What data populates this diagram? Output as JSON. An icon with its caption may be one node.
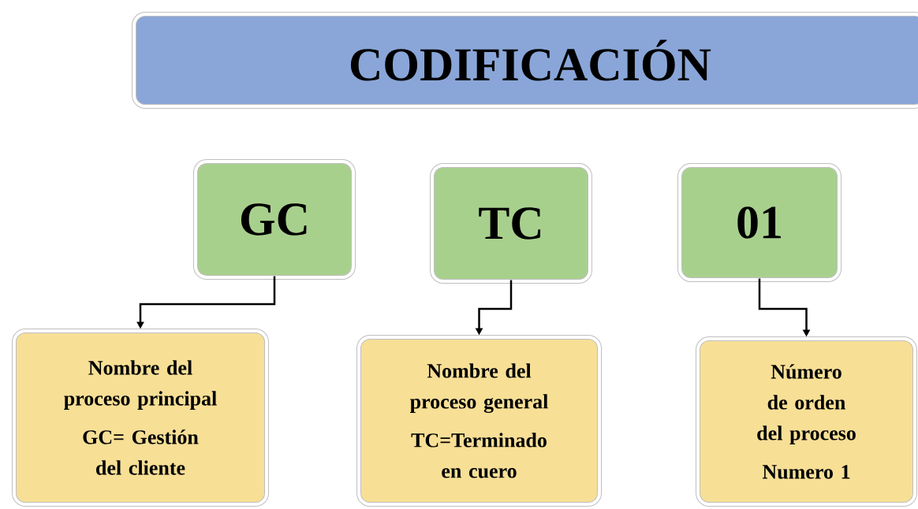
{
  "diagram": {
    "nodes": [
      {
        "text": [
          "CODIFICACIÓN"
        ]
      },
      {
        "text": [
          "GC"
        ]
      },
      {
        "text": [
          "TC"
        ]
      },
      {
        "text": [
          "01"
        ]
      },
      {
        "text": [
          "Nombre del proceso principal",
          "GC= Gestión del cliente"
        ]
      },
      {
        "text": [
          "Nombre del proceso general",
          "TC=Terminado en cuero"
        ]
      },
      {
        "text": [
          "Número de orden del proceso",
          "Numero 1"
        ]
      }
    ],
    "edges": [
      {
        "from": 1,
        "to": 4,
        "arrow": "to"
      },
      {
        "from": 2,
        "to": 5,
        "arrow": "to"
      },
      {
        "from": 3,
        "to": 6,
        "arrow": "to"
      }
    ]
  }
}
